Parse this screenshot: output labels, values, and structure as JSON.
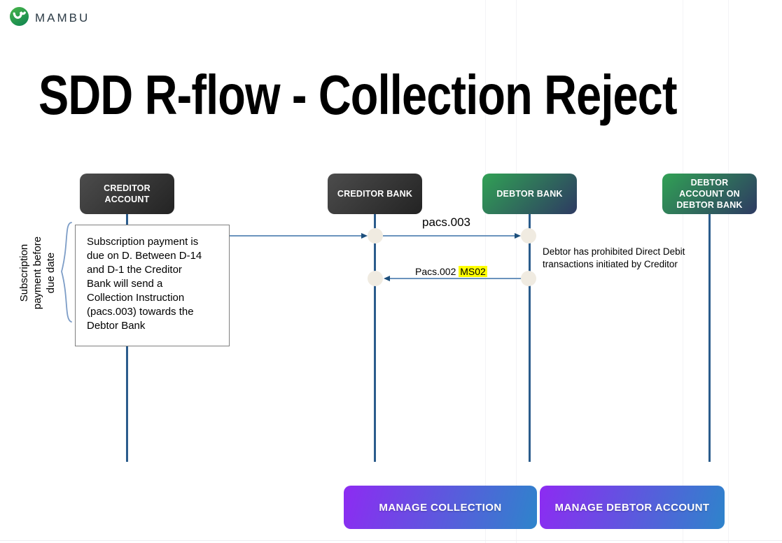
{
  "logo": {
    "brand": "MAMBU"
  },
  "title": "SDD R-flow - Collection Reject",
  "diagram": {
    "lanes": [
      {
        "label": "CREDITOR ACCOUNT",
        "style": "dark"
      },
      {
        "label": "CREDITOR BANK",
        "style": "dark"
      },
      {
        "label": "DEBTOR BANK",
        "style": "green"
      },
      {
        "label": "DEBTOR ACCOUNT ON DEBTOR BANK",
        "style": "green"
      }
    ],
    "side_label": "Subscription\npayment before\ndue date",
    "note": "Subscription payment is\ndue on D. Between D-14\nand D-1 the Creditor\nBank will send a\nCollection Instruction\n(pacs.003) towards the\nDebtor Bank",
    "messages": [
      {
        "label": "pacs.003",
        "from": "CREDITOR BANK",
        "to": "DEBTOR BANK",
        "direction": "right"
      },
      {
        "prefix": "Pacs.002",
        "highlight": "MS02",
        "from": "DEBTOR BANK",
        "to": "CREDITOR BANK",
        "direction": "left"
      }
    ],
    "annotation": "Debtor has prohibited Direct Debit\ntransactions initiated by Creditor"
  },
  "buttons": [
    {
      "label": "MANAGE COLLECTION"
    },
    {
      "label": "MANAGE DEBTOR ACCOUNT"
    }
  ],
  "colors": {
    "actor_dark_start": "#4c4c4c",
    "actor_dark_end": "#232323",
    "actor_green_start": "#31a155",
    "actor_green_end": "#2e3a62",
    "lifeline": "#2b5c8c",
    "arrow_line": "#6b93bd",
    "arrow_head": "#1d4f7c",
    "node_fill": "#f0ebe1",
    "highlight": "#ffff00",
    "button_gradient_start": "#8d2bf2",
    "button_gradient_end": "#2e84cb",
    "logo_green": "#2f9e44"
  }
}
